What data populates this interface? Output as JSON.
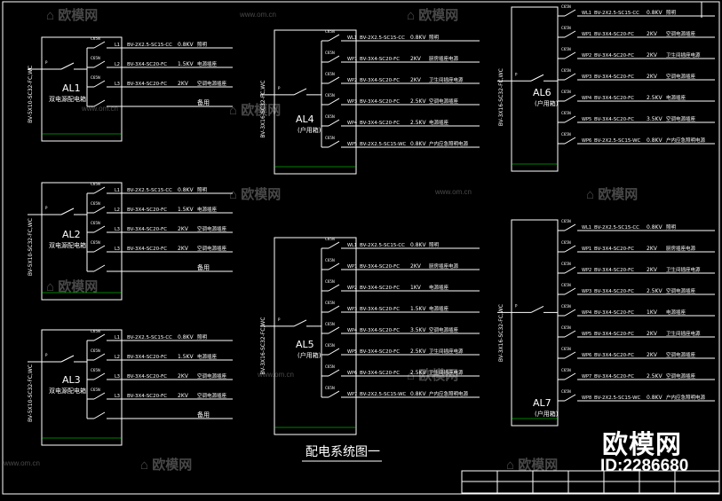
{
  "sheet_title": "配电系统图一",
  "watermark": {
    "brand": "欧模网",
    "url": "www.om.cn"
  },
  "logo": {
    "brand": "欧模网",
    "id": "ID:2286680"
  },
  "colors": {
    "frame": "#ffffff",
    "circuit": "#ffffff",
    "accent": "#00ff00"
  },
  "panels": [
    {
      "name": "AL1",
      "sub": "双电源配电箱",
      "feeder": "BV-5X10-SC32-FC,WC",
      "spare": "备用",
      "circuits": [
        {
          "phase": "L1",
          "cable": "BV-2X2.5-SC15-CC",
          "power": "0.8KV",
          "load": "照明"
        },
        {
          "phase": "L2",
          "cable": "BV-3X4-SC20-FC",
          "power": "1.5KV",
          "load": "电源插座"
        },
        {
          "phase": "L3",
          "cable": "BV-3X4-SC20-FC",
          "power": "2KV",
          "load": "空调电源插座"
        }
      ]
    },
    {
      "name": "AL2",
      "sub": "双电源配电箱",
      "feeder": "BV-5X10-SC32-FC,WC",
      "spare": "备用",
      "circuits": [
        {
          "phase": "L1",
          "cable": "BV-2X2.5-SC15-CC",
          "power": "0.8KV",
          "load": "照明"
        },
        {
          "phase": "L2",
          "cable": "BV-3X4-SC20-FC",
          "power": "1.5KV",
          "load": "电源插座"
        },
        {
          "phase": "L3",
          "cable": "BV-3X4-SC20-FC",
          "power": "2KV",
          "load": "空调电源插座"
        },
        {
          "phase": "L3",
          "cable": "BV-3X4-SC20-FC",
          "power": "2KV",
          "load": "空调电源插座"
        }
      ]
    },
    {
      "name": "AL3",
      "sub": "双电源配电箱",
      "feeder": "BV-5X10-SC32-FC,WC",
      "spare": "备用",
      "circuits": [
        {
          "phase": "L1",
          "cable": "BV-2X2.5-SC15-CC",
          "power": "0.8KV",
          "load": "照明"
        },
        {
          "phase": "L2",
          "cable": "BV-3X4-SC20-FC",
          "power": "1.5KV",
          "load": "电源插座"
        },
        {
          "phase": "L3",
          "cable": "BV-3X4-SC20-FC",
          "power": "2KV",
          "load": "空调电源插座"
        },
        {
          "phase": "L3",
          "cable": "BV-3X4-SC20-FC",
          "power": "2KV",
          "load": "空调电源插座"
        }
      ]
    },
    {
      "name": "AL4",
      "sub": "(户用箱)",
      "feeder": "BV-3X16-SC32-FC,WC",
      "circuits": [
        {
          "phase": "WL1",
          "cable": "BV-2X2.5-SC15-CC",
          "power": "0.8KV",
          "load": "照明"
        },
        {
          "phase": "WP1",
          "cable": "BV-3X4-SC20-FC",
          "power": "2KV",
          "load": "厨房插座电源"
        },
        {
          "phase": "WP2",
          "cable": "BV-3X4-SC20-FC",
          "power": "2KV",
          "load": "卫生间插座电源"
        },
        {
          "phase": "WP3",
          "cable": "BV-3X4-SC20-FC",
          "power": "2.5KV",
          "load": "空调电源插座"
        },
        {
          "phase": "WP4",
          "cable": "BV-3X4-SC20-FC",
          "power": "2.5KV",
          "load": "电源插座"
        },
        {
          "phase": "WP5",
          "cable": "BV-2X2.5-SC15-WC",
          "power": "0.8KV",
          "load": "户内应急照明电源"
        }
      ]
    },
    {
      "name": "AL5",
      "sub": "(户用箱)",
      "feeder": "BV-3X16-SC32-FC,WC",
      "circuits": [
        {
          "phase": "WL1",
          "cable": "BV-2X2.5-SC15-CC",
          "power": "0.8KV",
          "load": "照明"
        },
        {
          "phase": "WP1",
          "cable": "BV-3X4-SC20-FC",
          "power": "2KV",
          "load": "厨房插座电源"
        },
        {
          "phase": "WP2",
          "cable": "BV-3X4-SC20-FC",
          "power": "1KV",
          "load": "电源插座"
        },
        {
          "phase": "WP3",
          "cable": "BV-3X4-SC20-FC",
          "power": "1.5KV",
          "load": "电源插座"
        },
        {
          "phase": "WP4",
          "cable": "BV-3X4-SC20-FC",
          "power": "3.5KV",
          "load": "空调电源插座"
        },
        {
          "phase": "WP5",
          "cable": "BV-3X4-SC20-FC",
          "power": "2.5KV",
          "load": "卫生间插座电源"
        },
        {
          "phase": "WP6",
          "cable": "BV-3X4-SC20-FC",
          "power": "2.5KV",
          "load": "卫生间插座电源"
        },
        {
          "phase": "WP7",
          "cable": "BV-2X2.5-SC15-WC",
          "power": "0.8KV",
          "load": "户内应急照明电源"
        }
      ]
    },
    {
      "name": "AL6",
      "sub": "(户用箱)",
      "feeder": "BV-3X16-SC32-FC,WC",
      "circuits": [
        {
          "phase": "WL1",
          "cable": "BV-2X2.5-SC15-CC",
          "power": "0.8KV",
          "load": "照明"
        },
        {
          "phase": "WP1",
          "cable": "BV-3X4-SC20-FC",
          "power": "2KV",
          "load": "空调电源插座"
        },
        {
          "phase": "WP2",
          "cable": "BV-3X4-SC20-FC",
          "power": "2KV",
          "load": "卫生间插座电源"
        },
        {
          "phase": "WP3",
          "cable": "BV-3X4-SC20-FC",
          "power": "2KV",
          "load": "空调电源插座"
        },
        {
          "phase": "WP4",
          "cable": "BV-3X4-SC20-FC",
          "power": "2.5KV",
          "load": "电源插座"
        },
        {
          "phase": "WP5",
          "cable": "BV-3X4-SC20-FC",
          "power": "3.5KV",
          "load": "空调电源插座"
        },
        {
          "phase": "WP6",
          "cable": "BV-2X2.5-SC15-WC",
          "power": "0.8KV",
          "load": "户内应急照明电源"
        }
      ]
    },
    {
      "name": "AL7",
      "sub": "(户用箱)",
      "feeder": "BV-3X16-SC32-FC,WC",
      "circuits": [
        {
          "phase": "WL1",
          "cable": "BV-2X2.5-SC15-CC",
          "power": "0.8KV",
          "load": "照明"
        },
        {
          "phase": "WP1",
          "cable": "BV-3X4-SC20-FC",
          "power": "2KV",
          "load": "厨房插座电源"
        },
        {
          "phase": "WP2",
          "cable": "BV-3X4-SC20-FC",
          "power": "2KV",
          "load": "卫生间插座电源"
        },
        {
          "phase": "WP3",
          "cable": "BV-3X4-SC20-FC",
          "power": "2.5KV",
          "load": "空调电源插座"
        },
        {
          "phase": "WP4",
          "cable": "BV-3X4-SC20-FC",
          "power": "1KV",
          "load": "电源插座"
        },
        {
          "phase": "WP5",
          "cable": "BV-3X4-SC20-FC",
          "power": "2KV",
          "load": "卫生间插座电源"
        },
        {
          "phase": "WP6",
          "cable": "BV-3X4-SC20-FC",
          "power": "2KV",
          "load": "空调电源插座"
        },
        {
          "phase": "WP7",
          "cable": "BV-3X4-SC20-FC",
          "power": "2.5KV",
          "load": "空调电源插座"
        },
        {
          "phase": "WP8",
          "cable": "BV-2X2.5-SC15-WC",
          "power": "0.8KV",
          "load": "户内应急照明电源"
        }
      ]
    }
  ]
}
